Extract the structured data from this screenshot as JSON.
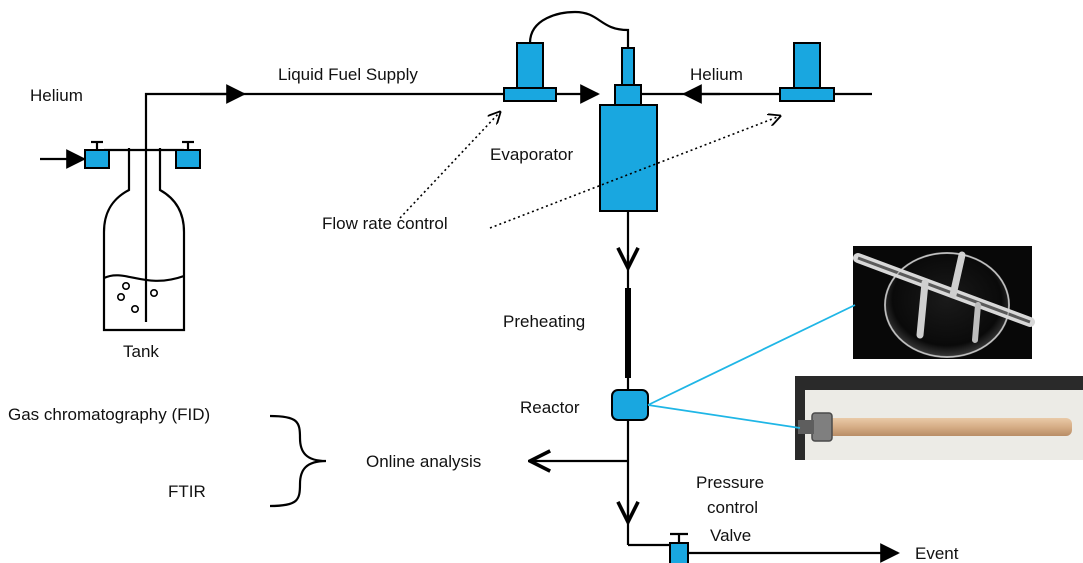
{
  "labels": {
    "helium_left": "Helium",
    "liquid_fuel_supply": "Liquid Fuel Supply",
    "helium_right": "Helium",
    "evaporator": "Evaporator",
    "flow_rate_control": "Flow rate control",
    "tank": "Tank",
    "preheating": "Preheating",
    "reactor": "Reactor",
    "gas_chromatography": "Gas chromatography (FID)",
    "ftir": "FTIR",
    "online_analysis": "Online analysis",
    "pressure": "Pressure",
    "control": "control",
    "valve": "Valve",
    "event": "Event"
  },
  "colors": {
    "component_blue": "#19a7e0",
    "leader_cyan": "#1fb6e6",
    "photo_dark_bg": "#080808",
    "photo_light_bg": "#ecebe6",
    "tube_color": "#d9b48f"
  }
}
